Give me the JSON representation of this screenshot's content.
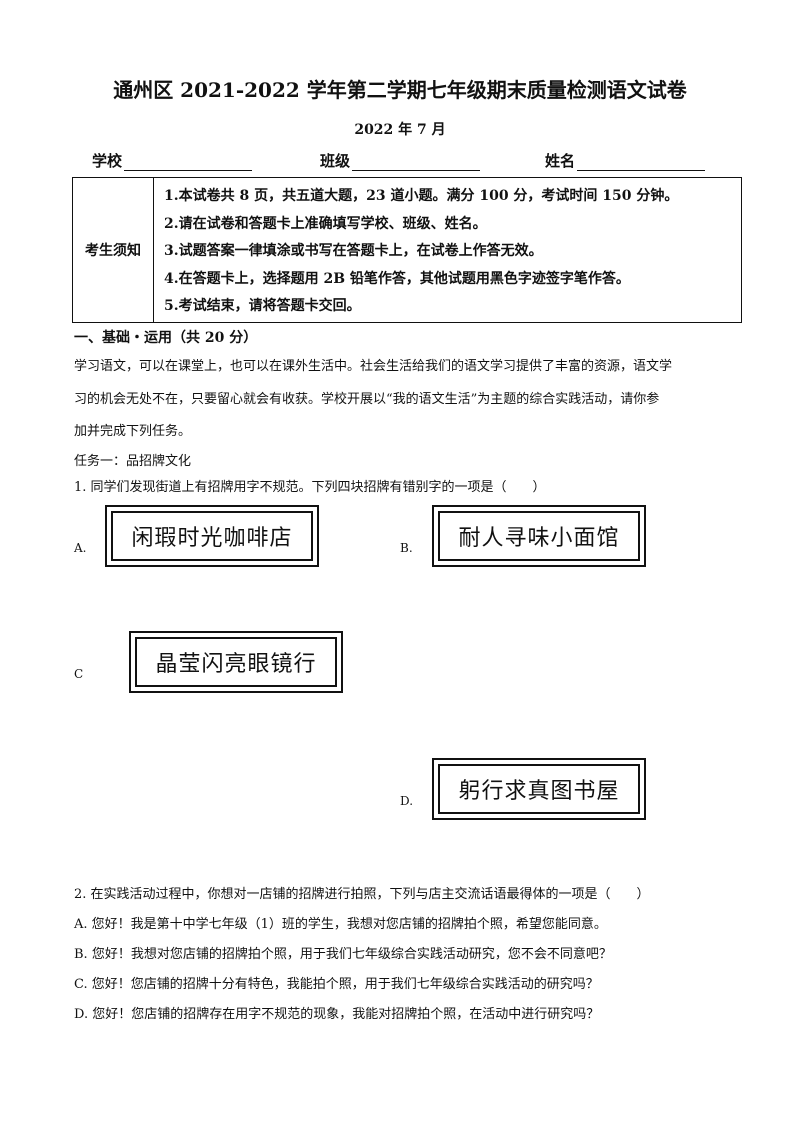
{
  "header": {
    "title": "通州区 2021-2022 学年第二学期七年级期末质量检测语文试卷",
    "date": "2022 年 7 月",
    "fields": {
      "school": "学校",
      "class": "班级",
      "name": "姓名"
    }
  },
  "notice": {
    "heading": "考生须知",
    "rules": [
      "1.本试卷共 8 页，共五道大题，23 道小题。满分 100 分，考试时间 150 分钟。",
      "2.请在试卷和答题卡上准确填写学校、班级、姓名。",
      "3.试题答案一律填涂或书写在答题卡上，在试卷上作答无效。",
      "4.在答题卡上，选择题用 2B 铅笔作答，其他试题用黑色字迹签字笔作答。",
      "5.考试结束，请将答题卡交回。"
    ]
  },
  "section1": {
    "heading": "一、基础・运用（共 20 分）",
    "intro_lines": [
      "学习语文，可以在课堂上，也可以在课外生活中。社会生活给我们的语文学习提供了丰富的资源，语文学",
      "习的机会无处不在，只要留心就会有收获。学校开展以“我的语文生活”为主题的综合实践活动，请你参",
      "加并完成下列任务。"
    ],
    "task1": "任务一：品招牌文化",
    "q1": {
      "stem": "1. 同学们发现街道上有招牌用字不规范。下列四块招牌有错别字的一项是（　　）",
      "options": [
        {
          "label": "A.",
          "sign": "闲瑕时光咖啡店"
        },
        {
          "label": "B.",
          "sign": "耐人寻味小面馆"
        },
        {
          "label": "C",
          "sign": "晶莹闪亮眼镜行"
        },
        {
          "label": "D.",
          "sign": "躬行求真图书屋"
        }
      ]
    },
    "q2": {
      "stem": "2. 在实践活动过程中，你想对一店铺的招牌进行拍照，下列与店主交流话语最得体的一项是（　　）",
      "options": [
        "A. 您好！我是第十中学七年级（1）班的学生，我想对您店铺的招牌拍个照，希望您能同意。",
        "B. 您好！我想对您店铺的招牌拍个照，用于我们七年级综合实践活动研究，您不会不同意吧？",
        "C. 您好！您店铺的招牌十分有特色，我能拍个照，用于我们七年级综合实践活动的研究吗？",
        "D. 您好！您店铺的招牌存在用字不规范的现象，我能对招牌拍个照，在活动中进行研究吗？"
      ]
    }
  }
}
